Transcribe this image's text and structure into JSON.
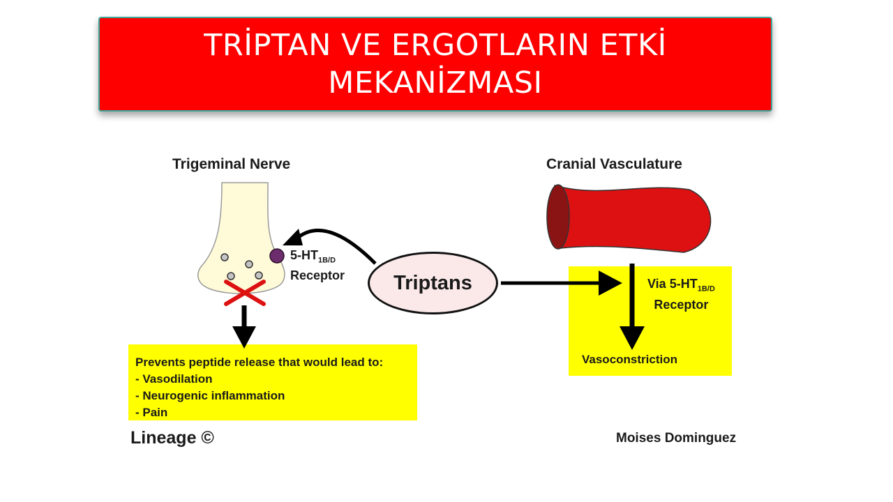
{
  "title": {
    "line1": "TRİPTAN VE ERGOTLARIN ETKİ",
    "line2": "MEKANİZMASI"
  },
  "diagram": {
    "trigeminal_label": "Trigeminal Nerve",
    "cranial_label": "Cranial Vasculature",
    "receptor_left": {
      "prefix": "5-HT",
      "subscript": "1B/D",
      "suffix": "Receptor"
    },
    "triptans_label": "Triptans",
    "receptor_right": {
      "prefix": "Via 5-HT",
      "subscript": "1B/D",
      "suffix": "Receptor"
    },
    "vasoconstriction_label": "Vasoconstriction",
    "prevents_list": [
      "Prevents peptide release that would lead to:",
      "- Vasodilation",
      "- Neurogenic inflammation",
      "- Pain"
    ],
    "lineage_credit": "Lineage ©",
    "author_credit": "Moises Dominguez"
  },
  "colors": {
    "title_bg": "#ff0000",
    "title_border": "#3aa89a",
    "nerve_fill": "#fffbd9",
    "vessel_fill": "#dd1111",
    "vessel_end": "#8a1414",
    "receptor_fill": "#6d2d6d",
    "highlight_yellow": "#ffff00",
    "cross_red": "#dd1111"
  }
}
